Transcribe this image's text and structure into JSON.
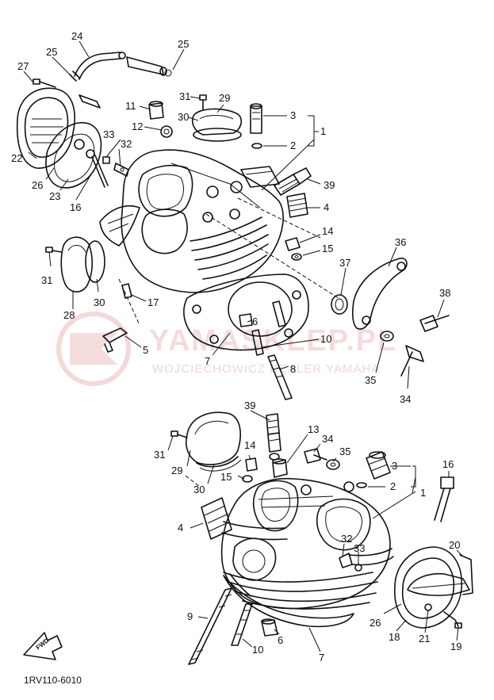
{
  "diagram": {
    "code": "1RV110-6010",
    "fwd_label": "FWD",
    "watermark": {
      "brand": "YAMASKLEP.PL",
      "subtitle": "WOJCIECHOWICZ DEALER YAMAHA",
      "color": "#e8b3b3"
    },
    "callouts": {
      "c24": "24",
      "c25a": "25",
      "c25b": "25",
      "c27": "27",
      "c31a": "31",
      "c29a": "29",
      "c11": "11",
      "c30a": "30",
      "c12": "12",
      "c3a": "3",
      "c2a": "2",
      "c1a": "1",
      "c33a": "33",
      "c32a": "32",
      "c22": "22",
      "c26a": "26",
      "c23": "23",
      "c16a": "16",
      "c39a": "39",
      "c4a": "4",
      "c14a": "14",
      "c15a": "15",
      "c36": "36",
      "c37": "37",
      "c38": "38",
      "c31b": "31",
      "c30b": "30",
      "c28": "28",
      "c17": "17",
      "c6a": "6",
      "c10a": "10",
      "c5": "5",
      "c7a": "7",
      "c8": "8",
      "c35a": "35",
      "c34a": "34",
      "c39b": "39",
      "c13": "13",
      "c34b": "34",
      "c35b": "35",
      "c31c": "31",
      "c29b": "29",
      "c30c": "30",
      "c14b": "14",
      "c15b": "15",
      "c3b": "3",
      "c2b": "2",
      "c1b": "1",
      "c16b": "16",
      "c4b": "4",
      "c32b": "32",
      "c33b": "33",
      "c20": "20",
      "c9": "9",
      "c26b": "26",
      "c18": "18",
      "c21": "21",
      "c19": "19",
      "c6b": "6",
      "c10b": "10",
      "c7b": "7"
    }
  }
}
